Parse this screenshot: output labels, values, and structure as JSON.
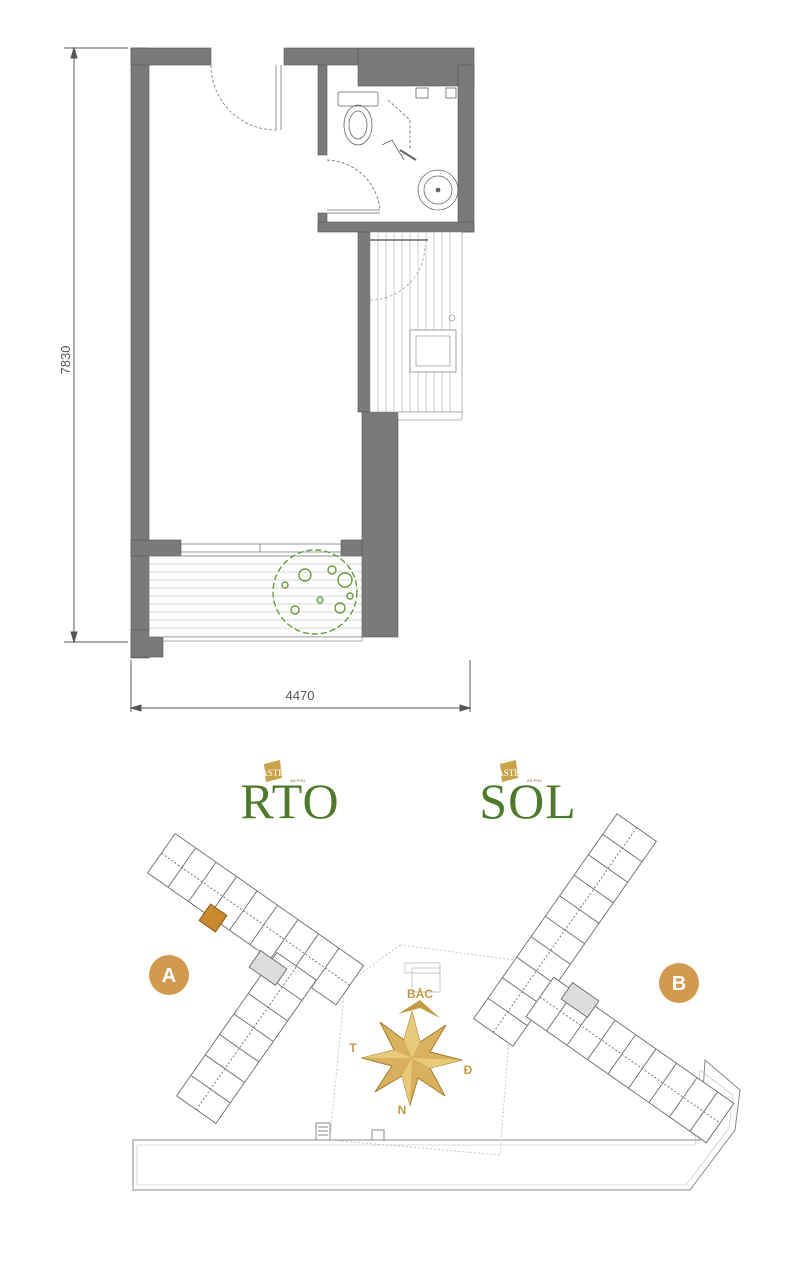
{
  "floor_plan": {
    "dimension_height": "7830",
    "dimension_width": "4470"
  },
  "site_plan": {
    "building_left": {
      "brand_small": "MASTERI",
      "brand_sub": "AN PHU",
      "name": "RTO",
      "marker": "A"
    },
    "building_right": {
      "brand_small": "MASTERI",
      "brand_sub": "AN PHU",
      "name": "SOL",
      "marker": "B"
    },
    "compass": {
      "north": "BẮC",
      "west": "T",
      "east": "Đ",
      "south": "N"
    },
    "highlight_color": "#c98a2e",
    "marker_color": "#d19a4f",
    "brand_color": "#4f7a2c"
  }
}
